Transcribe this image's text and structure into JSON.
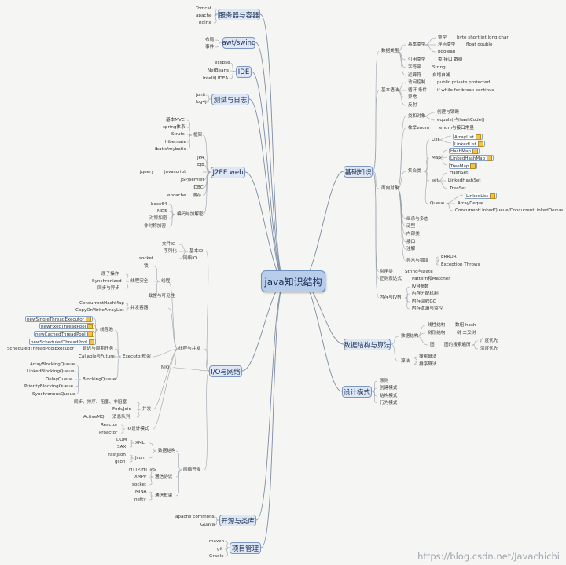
{
  "diagram": {
    "root": "java知识结构",
    "branches": {
      "server": "服务器与容器",
      "awt": "awt/swing",
      "ide": "IDE",
      "test": "测试与日志",
      "j2ee": "J2EE web",
      "io": "I/O与网络",
      "oss": "开源与类库",
      "pm": "项目管理",
      "basics": "基础知识",
      "ds": "数据结构与算法",
      "dp": "设计模式"
    },
    "leaves": {
      "tomcat": "Tomcat",
      "apache": "apache",
      "nginx": "nginx",
      "layout": "布局",
      "event": "事件",
      "eclipse": "eclipse",
      "netbeans": "NetBeans",
      "idea": "IntelliJ IDEA",
      "junit": "junit",
      "log4j": "log4j",
      "mvc": "基本MVC",
      "spring": "spring体系",
      "struts": "Struts",
      "hibernate": "hibernate",
      "ibatis": "ibatis/mybatis",
      "framework": "框架",
      "jpa": "JPA",
      "ejb": "EJB",
      "jquery": "jquery",
      "javascript": "javascript",
      "jspservlet": "JSP/servlet",
      "jdbc": "JDBC",
      "ehcache": "ehcache",
      "cache": "缓存",
      "base64": "base64",
      "md5": "MD5",
      "symenc": "对称加密",
      "asymenc": "非对称加密",
      "encode": "编码与加解密",
      "file_io": "文件IO",
      "serialize": "序列化",
      "net_io": "网络IO",
      "basic_io": "基本IO",
      "socket": "socket",
      "lock": "锁",
      "atomic": "原子操作",
      "synchronized": "Synchronized",
      "syncasync": "同步与异步",
      "threadsafe": "线程安全",
      "thread": "线程",
      "consistency": "一致性与可见性",
      "chm": "ConcurrentHashMap",
      "cowal": "CopyOnWriteArrayList",
      "concurrent": "并发容器",
      "nste": "newSingleThreadExecutor",
      "nftp": "newFixedThreadPool",
      "nctp": "newCachedThreadPool",
      "nsctp": "newScheduledThreadPool",
      "threadpool": "线程池",
      "stpe": "ScheduledThreadPoolExecutor",
      "delayed": "延迟与周期任务",
      "callable": "Callable与Future",
      "executor": "Executor框架",
      "abq": "ArrayBlockingQueue",
      "lbq": "LinkedBlockingQueue",
      "dq": "DelayQueue",
      "pbq": "PriorityBlockingQueue",
      "sq": "SynchronousQueue",
      "bq": "BlockingQueue",
      "t_sync": "同步、排序、阻塞、非阻塞",
      "forkjoin": "Fork/Join",
      "parallel": "并发",
      "activemq": "ActiveMQ",
      "mq": "消息队列",
      "reactor": "Reactor",
      "proactor": "Proactor",
      "iomodel": "IO设计模式",
      "thread_conc": "线程与并发",
      "nio": "NIO",
      "dom": "DOM",
      "sax": "SAX",
      "xml": "XML",
      "fastjson": "fastjson",
      "gson": "gson",
      "json": "Json",
      "datastruct": "数据结构",
      "http": "HTTP/HTTPS",
      "xmpp": "XMPP",
      "socket2": "socket",
      "comm": "通信协议",
      "mina": "MINA",
      "netty": "netty",
      "commfw": "通信框架",
      "netdev": "网络开发",
      "apachecommons": "apache commons",
      "guava": "Guava",
      "maven": "maven",
      "git": "git",
      "gradle": "Gradle",
      "datatype": "数据类型",
      "basictype": "基本类型",
      "integer": "整型",
      "int_vals": "byte short int long char",
      "float": "浮点类型",
      "float_vals": "float  double",
      "boolean": "boolean",
      "reftype": "引用类型",
      "ref_vals": "类  接口  数组",
      "stringtype": "字符串",
      "string": "String",
      "operator": "运算符",
      "operator_v": "自增自减",
      "syntax": "基本语法",
      "access": "访问控制",
      "access_v": "public private protected",
      "loop": "循环 条件",
      "loop_v": "if while for break continue",
      "exception": "异常",
      "reflect": "反射",
      "classobj": "类和对象",
      "create": "创建与销毁",
      "equals": "equals()与hashCode()",
      "enumcls": "枚举enum",
      "enum_v": "enum与接口常量",
      "list": "List",
      "arraylist": "ArrayList",
      "linkedlist": "LinkedList",
      "map": "Map",
      "hashmap": "HashMap",
      "lhm": "LinkedHashMap",
      "treemap": "TreeMap",
      "collections": "集合类",
      "set": "set",
      "hashset": "HashSet",
      "lhs": "LinkedHashSet",
      "treeset": "TreeSet",
      "queue": "Queue",
      "linkedlist2": "LinkedList",
      "arraydeque": "ArrayDeque",
      "clq": "ConcurrentLinkedQueue/ConcurrentLinkedDeque",
      "oop": "面向对象",
      "inherit": "继承与多态",
      "generic": "泛型",
      "inner": "内部类",
      "iface": "接口",
      "annotation": "注解",
      "ex_err": "异常与错误",
      "error": "ERROR",
      "ex_throws": "Exception Throws",
      "common": "常用类",
      "str_date": "String与Date",
      "regex": "正则表达式",
      "pm_v": "Pattern和Matcher",
      "memory": "内存与JVM",
      "jvm": "JVM参数",
      "alloc": "内存分配机制",
      "gc": "内存回收GC",
      "leak": "内存泄漏与监控",
      "dstruct": "数据结构",
      "linear": "线性结构",
      "lin_v": "数组  hash",
      "tree": "树形结构",
      "tree_v": "树  二叉树",
      "graph": "图",
      "graph_v": "图的搜索遍历",
      "bfs": "广度优先",
      "dfs": "深度优先",
      "algo": "算法",
      "search": "搜索算法",
      "sort": "排序算法",
      "principle": "原则",
      "creational": "创建模式",
      "structural": "结构模式",
      "behavioral": "行为模式"
    }
  },
  "watermark": "https://blog.csdn.net/Javachichi"
}
